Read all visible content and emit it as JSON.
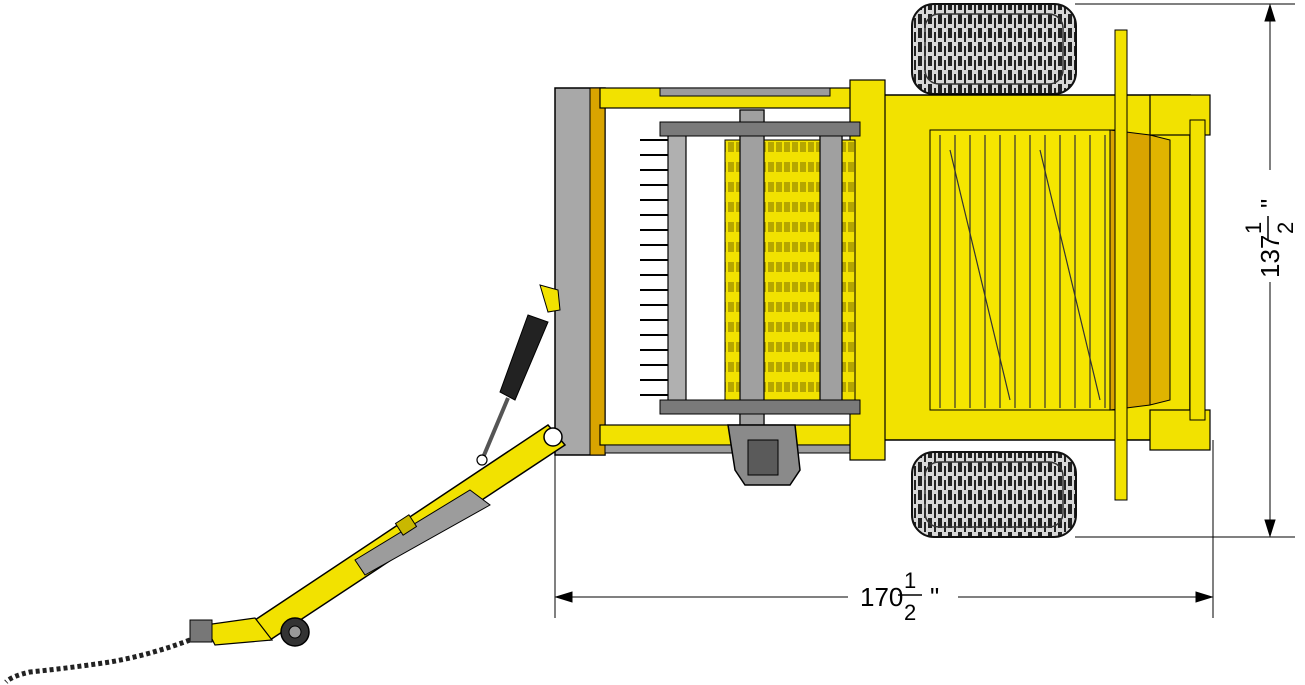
{
  "dimensions": {
    "width": {
      "whole": "170",
      "numerator": "1",
      "denominator": "2",
      "unit": "\""
    },
    "height": {
      "whole": "137",
      "numerator": "1",
      "denominator": "2",
      "unit": "\""
    }
  },
  "colors": {
    "frame_yellow": "#f2e200",
    "frame_dark_yellow": "#c9b800",
    "amber_panel": "#d9a400",
    "steel_grey": "#9c9c9c",
    "dark_grey": "#555555",
    "tire": "#3a3a3a",
    "line": "#000000"
  },
  "icons": [
    "tire-icon",
    "hitch-chain-icon",
    "hydraulic-cylinder-icon",
    "jack-stand-icon"
  ]
}
